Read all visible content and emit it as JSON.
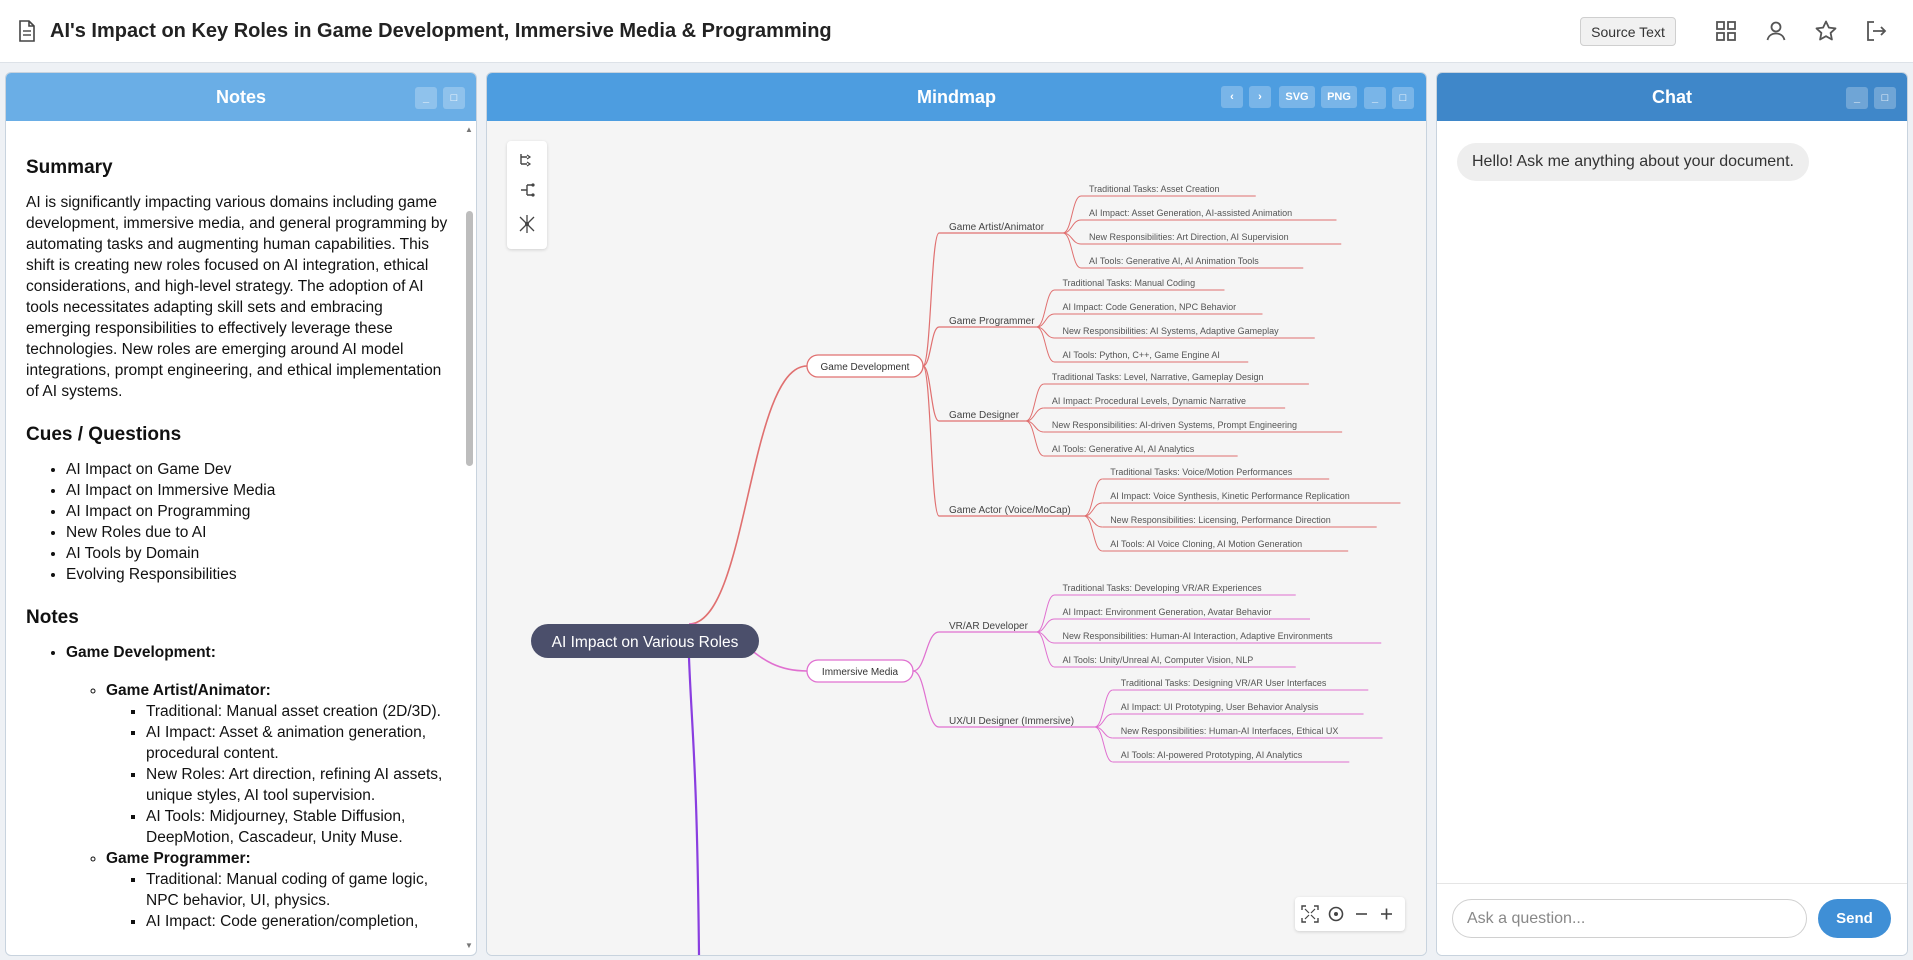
{
  "app": {
    "title": "AI's Impact on Key Roles in Game Development, Immersive Media & Programming",
    "source_text_label": "Source Text"
  },
  "panels": {
    "notes_title": "Notes",
    "mindmap_title": "Mindmap",
    "chat_title": "Chat",
    "minimize_label": "_",
    "maximize_label": "□",
    "svg_label": "SVG",
    "png_label": "PNG",
    "prev_label": "‹",
    "next_label": "›"
  },
  "notes": {
    "summary_heading": "Summary",
    "summary_text": "AI is significantly impacting various domains including game development, immersive media, and general programming by automating tasks and augmenting human capabilities. This shift is creating new roles focused on AI integration, ethical considerations, and high-level strategy. The adoption of AI tools necessitates adapting skill sets and embracing emerging responsibilities to effectively leverage these technologies. New roles are emerging around AI model integrations, prompt engineering, and ethical implementation of AI systems.",
    "cues_heading": "Cues / Questions",
    "cues": [
      "AI Impact on Game Dev",
      "AI Impact on Immersive Media",
      "AI Impact on Programming",
      "New Roles due to AI",
      "AI Tools by Domain",
      "Evolving Responsibilities"
    ],
    "notes_heading": "Notes",
    "section1": "Game Development:",
    "role1": "Game Artist/Animator:",
    "role1_items": [
      "Traditional: Manual asset creation (2D/3D).",
      "AI Impact: Asset & animation generation, procedural content.",
      "New Roles: Art direction, refining AI assets, unique styles, AI tool supervision.",
      "AI Tools: Midjourney, Stable Diffusion, DeepMotion, Cascadeur, Unity Muse."
    ],
    "role2": "Game Programmer:",
    "role2_items": [
      "Traditional: Manual coding of game logic, NPC behavior, UI, physics.",
      "AI Impact: Code generation/completion,"
    ]
  },
  "mindmap": {
    "root": "AI Impact on Various Roles",
    "branches": [
      {
        "label": "Game Development"
      },
      {
        "label": "Immersive Media"
      }
    ],
    "roles": [
      {
        "label": "Game Artist/Animator",
        "leaves": [
          "Traditional Tasks: Asset Creation",
          "AI Impact: Asset Generation, AI-assisted Animation",
          "New Responsibilities: Art Direction, AI Supervision",
          "AI Tools: Generative AI, AI Animation Tools"
        ]
      },
      {
        "label": "Game Programmer",
        "leaves": [
          "Traditional Tasks: Manual Coding",
          "AI Impact: Code Generation, NPC Behavior",
          "New Responsibilities: AI Systems, Adaptive Gameplay",
          "AI Tools: Python, C++, Game Engine AI"
        ]
      },
      {
        "label": "Game Designer",
        "leaves": [
          "Traditional Tasks: Level, Narrative, Gameplay Design",
          "AI Impact: Procedural Levels, Dynamic Narrative",
          "New Responsibilities: AI-driven Systems, Prompt Engineering",
          "AI Tools: Generative AI, AI Analytics"
        ]
      },
      {
        "label": "Game Actor (Voice/MoCap)",
        "leaves": [
          "Traditional Tasks: Voice/Motion Performances",
          "AI Impact: Voice Synthesis, Kinetic Performance Replication",
          "New Responsibilities: Licensing, Performance Direction",
          "AI Tools: AI Voice Cloning, AI Motion Generation"
        ]
      },
      {
        "label": "VR/AR Developer",
        "leaves": [
          "Traditional Tasks: Developing VR/AR Experiences",
          "AI Impact: Environment Generation, Avatar Behavior",
          "New Responsibilities: Human-AI Interaction, Adaptive Environments",
          "AI Tools: Unity/Unreal AI, Computer Vision, NLP"
        ]
      },
      {
        "label": "UX/UI Designer (Immersive)",
        "leaves": [
          "Traditional Tasks: Designing VR/AR User Interfaces",
          "AI Impact: UI Prototyping, User Behavior Analysis",
          "New Responsibilities: Human-AI Interfaces, Ethical UX",
          "AI Tools: AI-powered Prototyping, AI Analytics"
        ]
      }
    ],
    "colors": {
      "game": "#e07070",
      "immersive": "#e070d0",
      "root_fill": "#4b4f6b",
      "bottom_branch": "#8a3ee0"
    }
  },
  "chat": {
    "greeting": "Hello! Ask me anything about your document.",
    "placeholder": "Ask a question...",
    "send_label": "Send"
  }
}
